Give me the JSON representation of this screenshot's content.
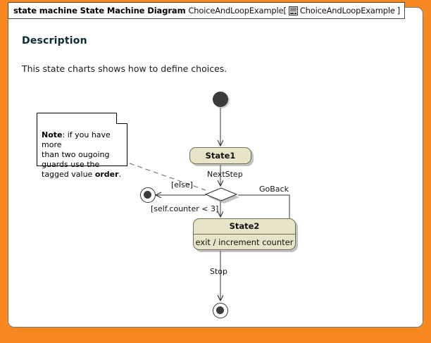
{
  "window": {
    "background_color": "#F7871F",
    "frame_color": "#FFFFFF"
  },
  "title_bar": {
    "stereotype": "state machine State Machine Diagram",
    "diagram_name": "ChoiceAndLoopExample",
    "bracket_open": "[",
    "context_icon": "package-icon",
    "context_name": "ChoiceAndLoopExample",
    "bracket_close": "]"
  },
  "description": {
    "heading": "Description",
    "text": "This state charts shows how to define choices."
  },
  "note": {
    "label": "Note",
    "separator": ": ",
    "body_1": "if you have more",
    "body_2": "than two ougoing",
    "body_3": "guards use the",
    "body_4": "tagged value ",
    "emphasis": "order",
    "period": "."
  },
  "diagram": {
    "type": "uml-state-machine",
    "nodes": [
      {
        "id": "initial",
        "kind": "initial-state",
        "label": ""
      },
      {
        "id": "state1",
        "kind": "state",
        "label": "State1"
      },
      {
        "id": "choice",
        "kind": "choice-pseudostate",
        "label": ""
      },
      {
        "id": "final-else",
        "kind": "final-state",
        "label": ""
      },
      {
        "id": "state2",
        "kind": "state",
        "label": "State2",
        "compartment": "exit / increment counter"
      },
      {
        "id": "final-stop",
        "kind": "final-state",
        "label": ""
      }
    ],
    "transitions": [
      {
        "from": "initial",
        "to": "state1",
        "label": ""
      },
      {
        "from": "state1",
        "to": "choice",
        "label": "NextStep"
      },
      {
        "from": "choice",
        "to": "final-else",
        "label": "[else]"
      },
      {
        "from": "choice",
        "to": "state2",
        "label": "[self.counter < 3]"
      },
      {
        "from": "state2",
        "to": "choice",
        "label": "GoBack"
      },
      {
        "from": "state2",
        "to": "final-stop",
        "label": "Stop"
      }
    ],
    "colors": {
      "state_fill": "#E8E4C9",
      "state_border": "#6E6E52",
      "pseudostate_fill": "#3B3B3B",
      "line": "#333333"
    }
  }
}
